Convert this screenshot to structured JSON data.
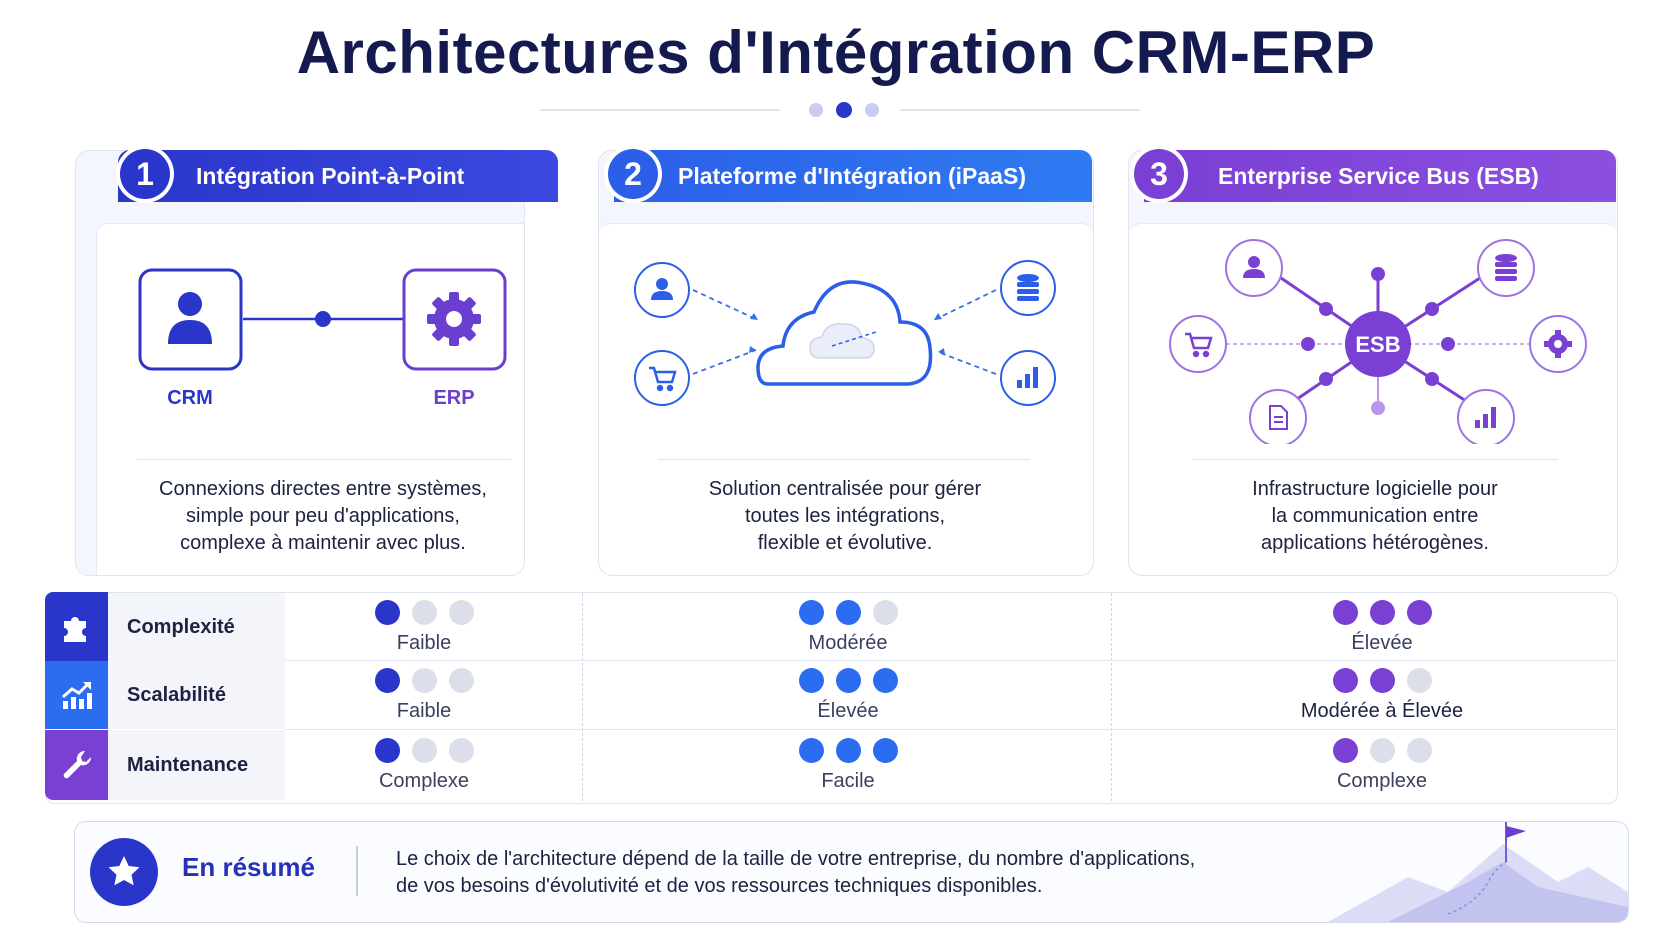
{
  "title": "Architectures d'Intégration CRM-ERP",
  "colors": {
    "blue_dark": "#2a35c9",
    "blue_bright": "#2b6cf0",
    "purple": "#7a3fd3",
    "gray_dot": "#dcdfea"
  },
  "cards": [
    {
      "number": "1",
      "title": "Intégration Point-à-Point",
      "labels": {
        "left": "CRM",
        "right": "ERP"
      },
      "icons": [
        "user-icon",
        "gear-icon"
      ],
      "description": [
        "Connexions directes entre systèmes,",
        "simple pour peu d'applications,",
        "complexe à maintenir avec plus."
      ]
    },
    {
      "number": "2",
      "title": "Plateforme d'Intégration (iPaaS)",
      "icons": [
        "user-icon",
        "database-icon",
        "cart-icon",
        "chart-icon",
        "cloud-icon"
      ],
      "description": [
        "Solution centralisée pour gérer",
        "toutes les intégrations,",
        "flexible et évolutive."
      ]
    },
    {
      "number": "3",
      "title": "Enterprise Service Bus (ESB)",
      "hub_label": "ESB",
      "icons": [
        "user-icon",
        "database-icon",
        "cart-icon",
        "gear-icon",
        "document-icon",
        "chart-icon"
      ],
      "description": [
        "Infrastructure logicielle pour",
        "la communication entre",
        "applications hétérogènes."
      ]
    }
  ],
  "comparison": {
    "rows": [
      {
        "label": "Complexité",
        "icon": "puzzle-icon",
        "ratings": [
          {
            "level": 1,
            "max": 3,
            "label": "Faible"
          },
          {
            "level": 2,
            "max": 3,
            "label": "Modérée"
          },
          {
            "level": 3,
            "max": 3,
            "label": "Élevée"
          }
        ]
      },
      {
        "label": "Scalabilité",
        "icon": "growth-chart-icon",
        "ratings": [
          {
            "level": 1,
            "max": 3,
            "label": "Faible"
          },
          {
            "level": 3,
            "max": 3,
            "label": "Élevée"
          },
          {
            "level": 2,
            "max": 3,
            "label": "Modérée à Élevée"
          }
        ]
      },
      {
        "label": "Maintenance",
        "icon": "wrench-icon",
        "ratings": [
          {
            "level": 1,
            "max": 3,
            "label": "Complexe"
          },
          {
            "level": 3,
            "max": 3,
            "label": "Facile"
          },
          {
            "level": 1,
            "max": 3,
            "label": "Complexe"
          }
        ]
      }
    ]
  },
  "summary": {
    "title": "En résumé",
    "icon": "star-icon",
    "text": [
      "Le choix de l'architecture dépend de la taille de votre entreprise, du nombre d'applications,",
      "de vos besoins d'évolutivité et de vos ressources techniques disponibles."
    ],
    "decoration_icon": "mountain-flag-icon"
  }
}
